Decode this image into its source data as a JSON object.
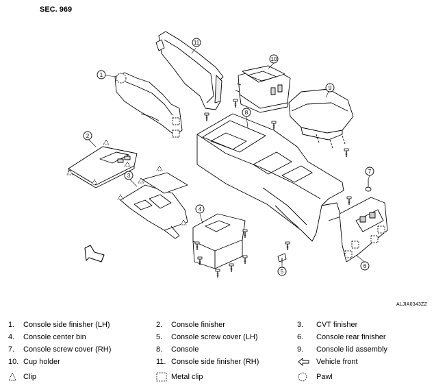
{
  "section_label": "SEC. 969",
  "reference_code": "ALJIA0343ZZ",
  "callouts": [
    "1",
    "2",
    "3",
    "4",
    "5",
    "6",
    "7",
    "8",
    "9",
    "10",
    "11"
  ],
  "legend": {
    "parts": [
      {
        "num": "1.",
        "name": "Console side finisher (LH)"
      },
      {
        "num": "2.",
        "name": "Console finisher"
      },
      {
        "num": "3.",
        "name": "CVT finisher"
      },
      {
        "num": "4.",
        "name": "Console center bin"
      },
      {
        "num": "5.",
        "name": "Console screw cover (LH)"
      },
      {
        "num": "6.",
        "name": "Console rear finisher"
      },
      {
        "num": "7.",
        "name": "Console screw cover (RH)"
      },
      {
        "num": "8.",
        "name": "Console"
      },
      {
        "num": "9.",
        "name": "Console lid assembly"
      },
      {
        "num": "10.",
        "name": "Cup holder"
      },
      {
        "num": "11.",
        "name": "Console side finisher (RH)"
      }
    ],
    "vehicle_front": "Vehicle front",
    "symbols": [
      {
        "icon": "clip-triangle-icon",
        "label": "Clip"
      },
      {
        "icon": "metal-clip-icon",
        "label": "Metal clip"
      },
      {
        "icon": "pawl-icon",
        "label": "Pawl"
      }
    ]
  }
}
